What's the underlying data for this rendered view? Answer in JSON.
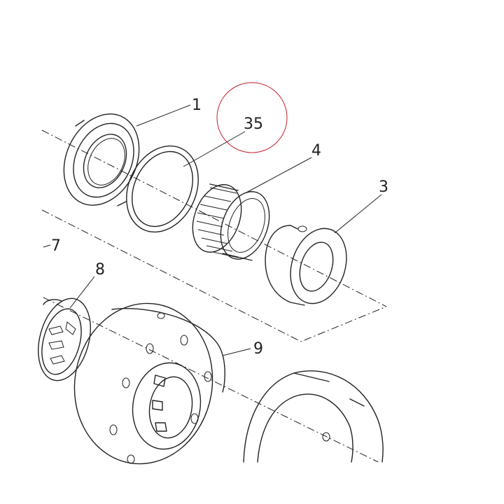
{
  "callouts": [
    {
      "id": "p1",
      "label": "1"
    },
    {
      "id": "p35",
      "label": "35"
    },
    {
      "id": "p4",
      "label": "4"
    },
    {
      "id": "p3",
      "label": "3"
    },
    {
      "id": "p7",
      "label": "7"
    },
    {
      "id": "p8",
      "label": "8"
    },
    {
      "id": "p9",
      "label": "9"
    }
  ],
  "highlight": {
    "target": "35",
    "color": "#c0222c"
  },
  "line_color": "#222222"
}
